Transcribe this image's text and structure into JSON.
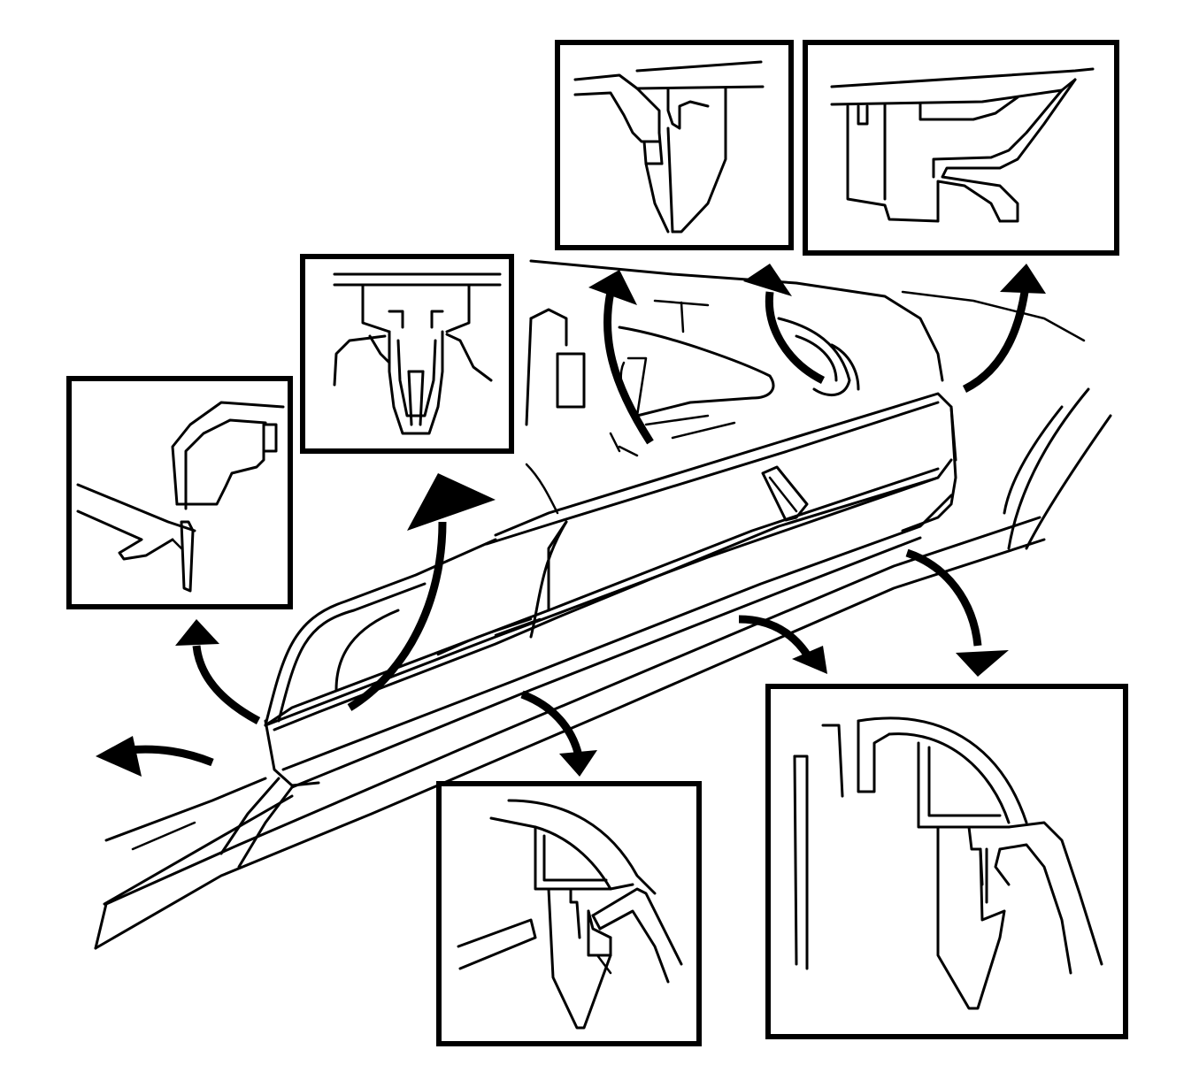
{
  "colors": {
    "line": "#000000",
    "background": "#ffffff"
  },
  "parts": {
    "main": "door-trim-panel",
    "callouts": [
      "clip-detail-left",
      "clip-detail-pushpin",
      "clip-detail-top-center",
      "clip-detail-top-right",
      "clip-detail-bottom-center",
      "clip-detail-bottom-right"
    ]
  }
}
